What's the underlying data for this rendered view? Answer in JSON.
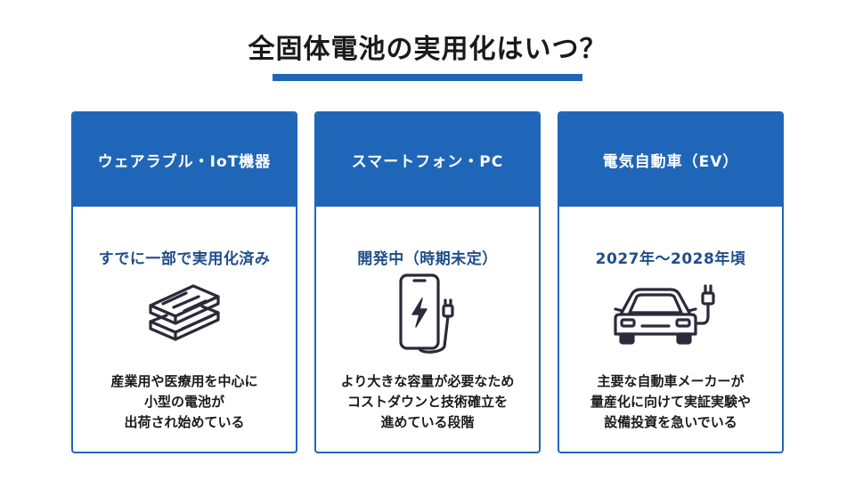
{
  "title": "全固体電池の実用化はいつ？",
  "cards": [
    {
      "heading": "ウェアラブル・IoT機器",
      "status": "すでに一部で実用化済み",
      "icon": "battery-stack-icon",
      "desc": [
        "産業用や医療用を中心に",
        "小型の電池が",
        "出荷され始めている"
      ]
    },
    {
      "heading": "スマートフォン・PC",
      "status": "開発中（時期未定）",
      "icon": "charging-phone-icon",
      "desc": [
        "より大きな容量が必要なため",
        "コストダウンと技術確立を",
        "進めている段階"
      ]
    },
    {
      "heading": "電気自動車（EV）",
      "status": "2027年～2028年頃",
      "icon": "electric-car-icon",
      "desc": [
        "主要な自動車メーカーが",
        "量産化に向けて実証実験や",
        "設備投資を急いでいる"
      ]
    }
  ],
  "colors": {
    "accent": "#1f66b8",
    "status_text": "#1f4e8c",
    "icon_stroke": "#2a2a3a"
  }
}
